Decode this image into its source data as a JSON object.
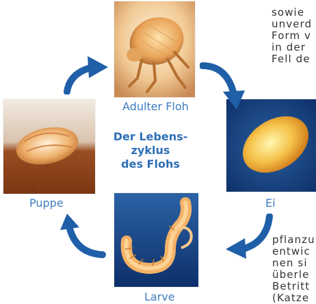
{
  "diagram": {
    "title_lines": [
      "Der Lebens-",
      "zyklus",
      "des Flohs"
    ],
    "stages": {
      "adult": "Adulter Floh",
      "egg": "Ei",
      "larva": "Larve",
      "pupa": "Puppe"
    }
  },
  "text_top_right": [
    "sowie",
    "unverd",
    "Form v",
    "in der",
    "Fell de"
  ],
  "text_bottom_right": [
    "pflanzu",
    "entwic",
    "nen si",
    "überle",
    "Betritt",
    "(Katze"
  ],
  "colors": {
    "caption": "#3f7cc0",
    "title": "#2f6fb6",
    "arrow": "#1f5fa8",
    "body_text": "#333333"
  },
  "icons": [
    "cycle-arrow-icon"
  ]
}
